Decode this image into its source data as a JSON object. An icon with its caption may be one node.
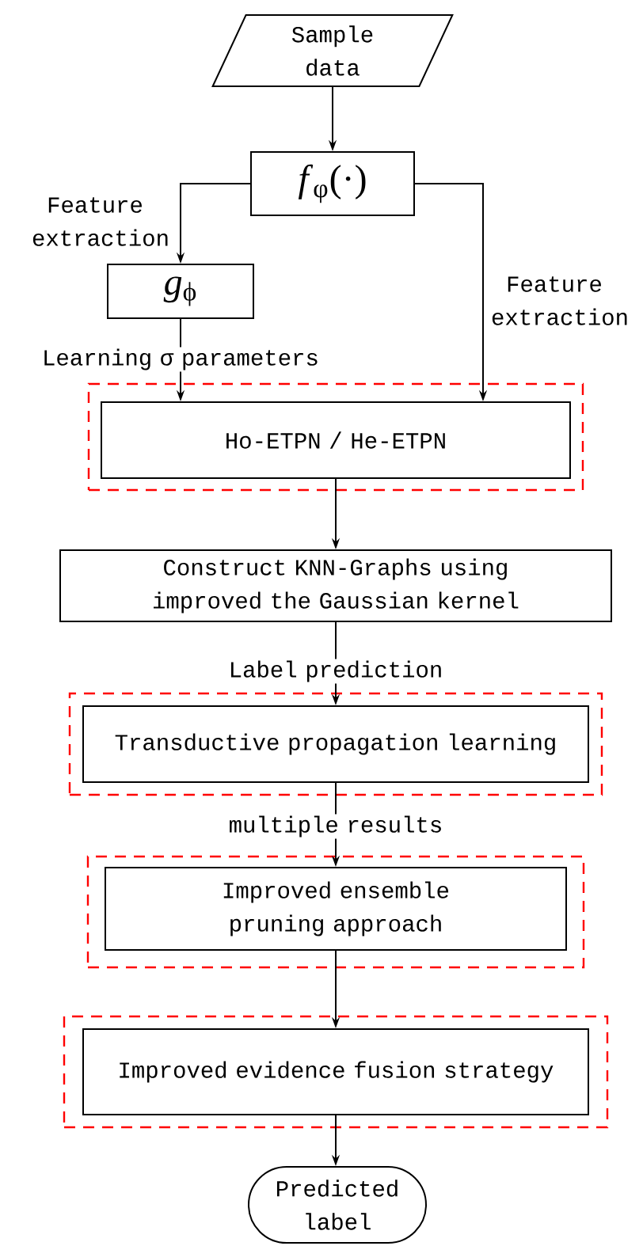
{
  "diagram": {
    "nodes": [
      {
        "text": [
          "Sample data"
        ]
      },
      {
        "text": [
          "*f*$_{φ}$(·)"
        ]
      },
      {
        "text": [
          "*g*$_{ϕ}$"
        ]
      },
      {
        "text": [],
        "shape": "box"
      },
      {
        "text": [
          "Ho-ETPN / He-ETPN"
        ],
        "in": 3
      },
      {
        "text": [
          "Construct KNN-Graphs using improved the Gaussian kernel"
        ]
      },
      {
        "text": [],
        "shape": "box"
      },
      {
        "text": [
          "Transductive propagation learning"
        ],
        "in": 6
      },
      {
        "text": [],
        "shape": "box"
      },
      {
        "text": [
          "Improved ensemble pruning approach"
        ],
        "in": 8
      },
      {
        "text": [],
        "shape": "box"
      },
      {
        "text": [
          "Improved evidence fusion strategy"
        ],
        "in": 10
      },
      {
        "text": [
          "Predicted label"
        ]
      }
    ],
    "edges": [
      {
        "from": 0,
        "to": 1,
        "arrow": "to"
      },
      {
        "from": 1,
        "to": 2,
        "arrow": "to",
        "label": "Feature extraction"
      },
      {
        "from": 2,
        "to": 4,
        "arrow": "to",
        "label": "Learning σ parameters"
      },
      {
        "from": 1,
        "to": 4,
        "arrow": "to",
        "label": "Feature extraction"
      },
      {
        "from": 4,
        "to": 5,
        "arrow": "to"
      },
      {
        "from": 5,
        "to": 7,
        "arrow": "to",
        "label": "Label prediction"
      },
      {
        "from": 7,
        "to": 9,
        "arrow": "to",
        "label": "multiple results"
      },
      {
        "from": 9,
        "to": 11,
        "arrow": "to"
      },
      {
        "from": 11,
        "to": 12,
        "arrow": "to"
      }
    ]
  }
}
